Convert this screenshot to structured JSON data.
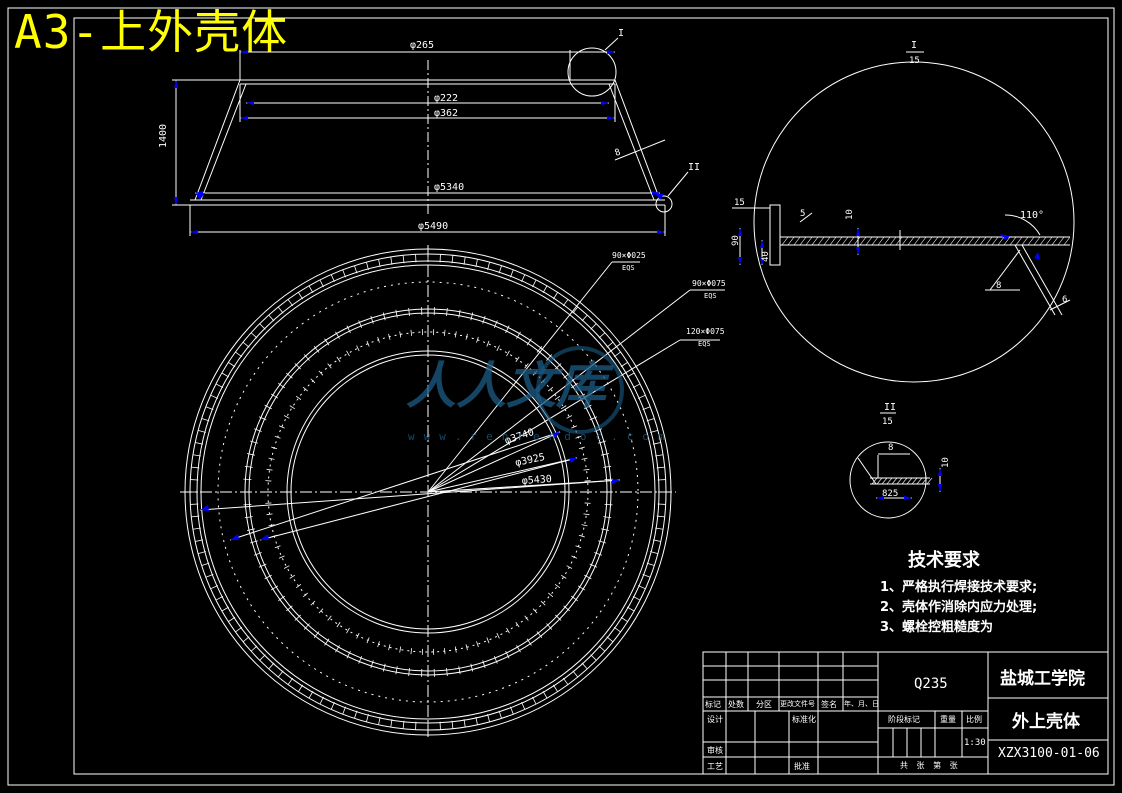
{
  "sheet_title": "A3-上外壳体",
  "dims": {
    "d265": "φ265",
    "d222": "φ222",
    "d362": "φ362",
    "h1400": "1400",
    "d5340": "φ5340",
    "d5490": "φ5490",
    "d3740": "φ3740",
    "d3925": "φ3925",
    "d5430": "φ5430",
    "bolt_90_025_a": "90×Φ025",
    "eqs_a": "EQS",
    "bolt_90_075": "90×Φ075",
    "eqs_b": "EQS",
    "bolt_120_075": "120×Φ075",
    "eqs_c": "EQS"
  },
  "detail_i": {
    "label": "I",
    "scale": "15",
    "d15": "15",
    "d5": "5",
    "d10": "10",
    "d90": "90",
    "d40": "40",
    "angle": "110°",
    "w8": "8",
    "w6": "6"
  },
  "detail_ii": {
    "label": "II",
    "scale": "15",
    "w8": "8",
    "d825": "825",
    "d10": "10"
  },
  "callouts": {
    "i": "I",
    "ii": "II",
    "weld": "8"
  },
  "tech_requirements": {
    "title": "技术要求",
    "items": [
      "1、严格执行焊接技术要求;",
      "2、壳体作消除内应力处理;",
      "3、螺栓控粗糙度为"
    ]
  },
  "title_block": {
    "material": "Q235",
    "school": "盐城工学院",
    "part_name": "外上壳体",
    "drawing_no": "XZX3100-01-06",
    "col_marker": "标记",
    "col_count": "处数",
    "col_zone": "分区",
    "col_change_doc": "更改文件号",
    "col_sign": "签名",
    "col_date": "年、月、日",
    "row_design": "设计",
    "row_standard": "标准化",
    "row_stage": "阶段标记",
    "row_weight": "重量",
    "row_scale": "比例",
    "scale_value": "1:30",
    "row_review": "审核",
    "row_process": "工艺",
    "row_approve": "批准",
    "sheets": "共 张 第 张"
  },
  "watermark": {
    "brand": "人人文库",
    "url": "www.renrendoc.com"
  },
  "colors": {
    "line": "#ffffff",
    "dim_arrow": "#0000ff",
    "title": "#ffff00",
    "watermark": "#1b5c86"
  }
}
